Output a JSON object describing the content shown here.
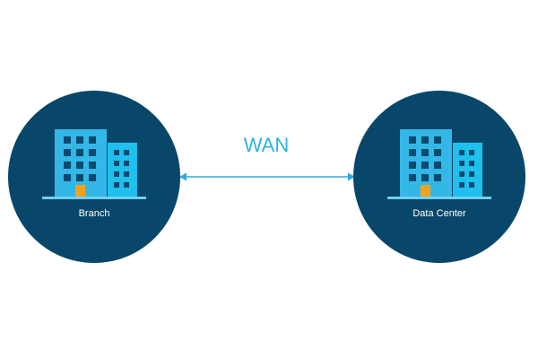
{
  "colors": {
    "background": "#ffffff",
    "circle_fill": "#08476a",
    "building_primary": "#33b7e7",
    "building_secondary": "#1fbfee",
    "window": "#0a4a6e",
    "door": "#f2a31b",
    "ground_line": "#6fd0f2",
    "label_text": "#ffffff",
    "connector": "#2fa9dd",
    "wan_text": "#2fb2e3"
  },
  "nodes": {
    "branch": {
      "label": "Branch",
      "icon": "office-building-icon"
    },
    "datacenter": {
      "label": "Data Center",
      "icon": "office-building-icon"
    }
  },
  "link": {
    "label": "WAN",
    "style": "double-headed-arrow"
  }
}
